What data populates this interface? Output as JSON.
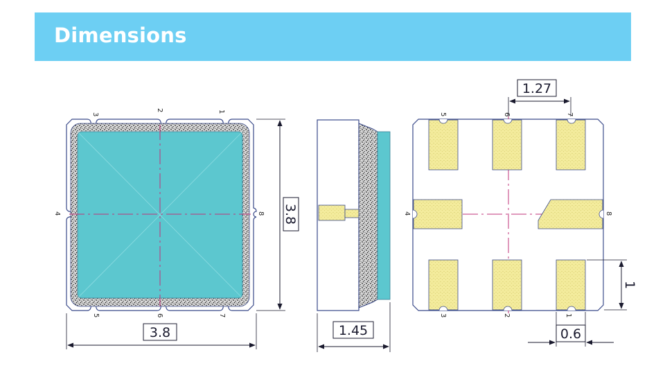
{
  "header": {
    "title": "Dimensions"
  },
  "dimensions": {
    "top_width": "3.8",
    "top_height": "3.8",
    "side_thickness": "1.45",
    "pad_pitch": "1.27",
    "pad_length": "1",
    "pad_width": "0.6"
  },
  "pins": {
    "top_view": [
      "1",
      "2",
      "3",
      "4",
      "5",
      "6",
      "7",
      "8"
    ],
    "bottom_view": [
      "1",
      "2",
      "3",
      "4",
      "5",
      "6",
      "7",
      "8"
    ]
  },
  "colors": {
    "header": "#6dcff3",
    "lid": "#5cc7cf",
    "pad": "#f3eb9c",
    "outline": "#3a4a8a",
    "centerline": "#c0337a"
  }
}
